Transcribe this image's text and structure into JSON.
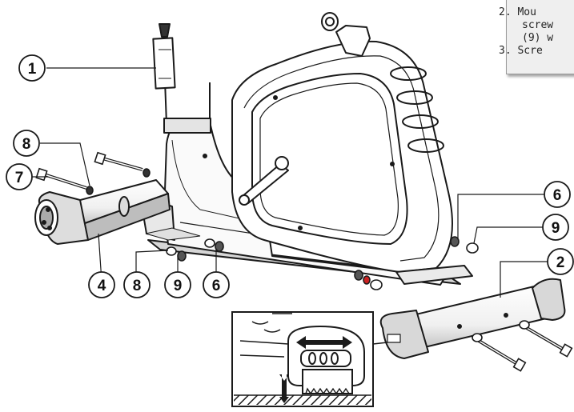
{
  "instructions": {
    "partial_top": "- - -",
    "step2_line1": "2.  Mou",
    "step2_line2": "screw",
    "step2_line3": "(9) w",
    "step3_line1": "3. Scre"
  },
  "callouts": [
    {
      "id": "1",
      "label": "1"
    },
    {
      "id": "8a",
      "label": "8"
    },
    {
      "id": "7",
      "label": "7"
    },
    {
      "id": "4",
      "label": "4"
    },
    {
      "id": "8b",
      "label": "8"
    },
    {
      "id": "9a",
      "label": "9"
    },
    {
      "id": "6a",
      "label": "6"
    },
    {
      "id": "6b",
      "label": "6"
    },
    {
      "id": "9b",
      "label": "9"
    },
    {
      "id": "2",
      "label": "2"
    }
  ],
  "colors": {
    "line": "#1a1a1a",
    "frame_fill": "#ffffff",
    "shade": "#cfcfcf",
    "note_bg": "#efefef"
  }
}
